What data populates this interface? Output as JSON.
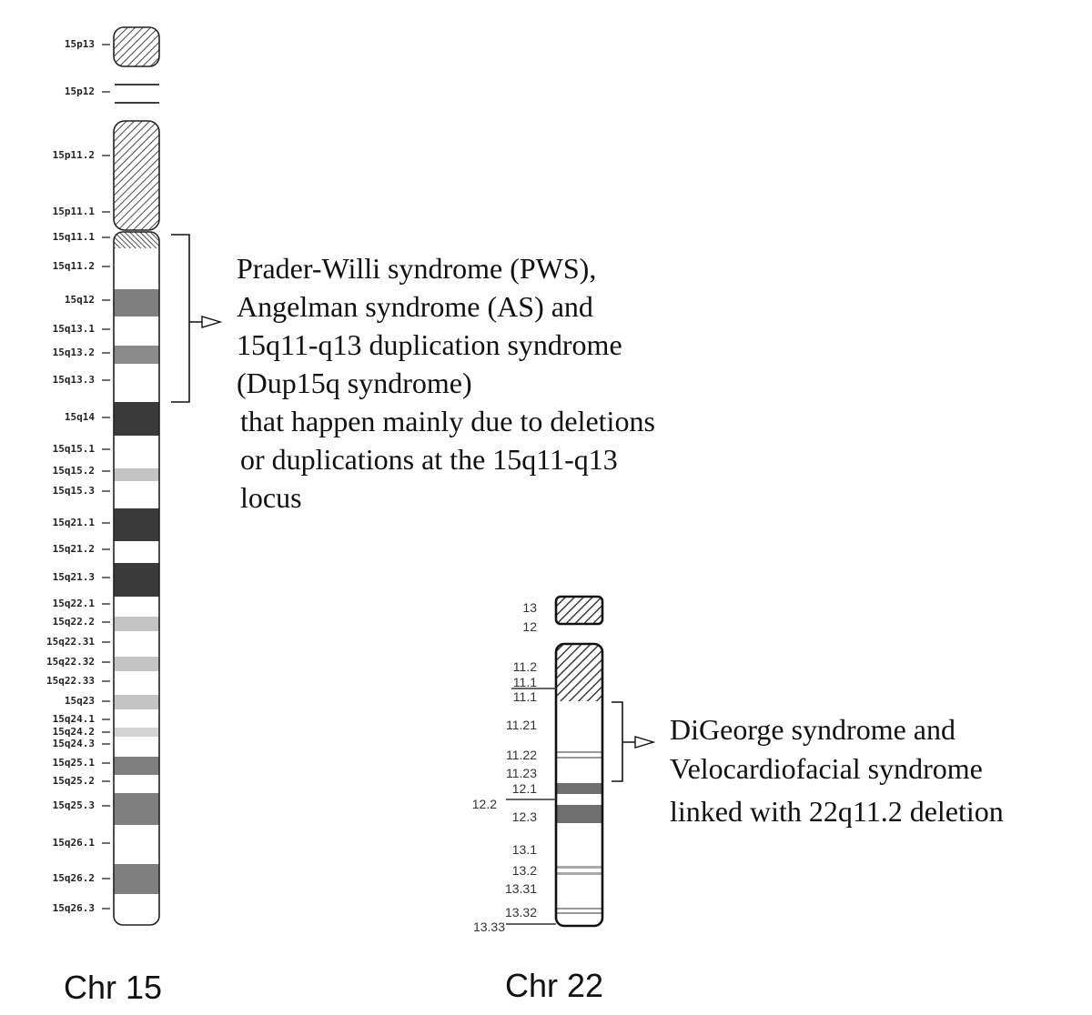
{
  "chr15": {
    "title": "Chr 15",
    "title_clipped": "Chr 15",
    "bands": [
      {
        "label": "15p13"
      },
      {
        "label": "15p12"
      },
      {
        "label": "15p11.2"
      },
      {
        "label": "15p11.1"
      },
      {
        "label": "15q11.1"
      },
      {
        "label": "15q11.2"
      },
      {
        "label": "15q12"
      },
      {
        "label": "15q13.1"
      },
      {
        "label": "15q13.2"
      },
      {
        "label": "15q13.3"
      },
      {
        "label": "15q14"
      },
      {
        "label": "15q15.1"
      },
      {
        "label": "15q15.2"
      },
      {
        "label": "15q15.3"
      },
      {
        "label": "15q21.1"
      },
      {
        "label": "15q21.2"
      },
      {
        "label": "15q21.3"
      },
      {
        "label": "15q22.1"
      },
      {
        "label": "15q22.2"
      },
      {
        "label": "15q22.31"
      },
      {
        "label": "15q22.32"
      },
      {
        "label": "15q22.33"
      },
      {
        "label": "15q23"
      },
      {
        "label": "15q24.1"
      },
      {
        "label": "15q24.2"
      },
      {
        "label": "15q24.3"
      },
      {
        "label": "15q25.1"
      },
      {
        "label": "15q25.2"
      },
      {
        "label": "15q25.3"
      },
      {
        "label": "15q26.1"
      },
      {
        "label": "15q26.2"
      },
      {
        "label": "15q26.3"
      }
    ],
    "annotation_lines": [
      "Prader-Willi syndrome (PWS),",
      "Angelman syndrome (AS) and",
      "15q11-q13 duplication syndrome",
      "(Dup15q syndrome)",
      "that happen mainly due to deletions",
      "or duplications  at the 15q11-q13",
      "locus"
    ]
  },
  "chr22": {
    "title": "Chr 22",
    "bands": [
      {
        "label": "13"
      },
      {
        "label": "12"
      },
      {
        "label": "11.2"
      },
      {
        "label": "11.1"
      },
      {
        "label": "11.1"
      },
      {
        "label": "11.21"
      },
      {
        "label": "11.22"
      },
      {
        "label": "11.23"
      },
      {
        "label": "12.1"
      },
      {
        "label": "12.2"
      },
      {
        "label": "12.3"
      },
      {
        "label": "13.1"
      },
      {
        "label": "13.2"
      },
      {
        "label": "13.31"
      },
      {
        "label": "13.32"
      },
      {
        "label": "13.33"
      }
    ],
    "annotation_lines": [
      "DiGeorge syndrome and",
      "Velocardiofacial syndrome",
      "linked with 22q11.2 deletion"
    ]
  },
  "colors": {
    "outline": "#222222",
    "dark_band": "#3a3a3a",
    "medium_band": "#7f7f7f",
    "light_band": "#c4c4c4",
    "very_light_band": "#dcdcdc",
    "text": "#111111"
  }
}
